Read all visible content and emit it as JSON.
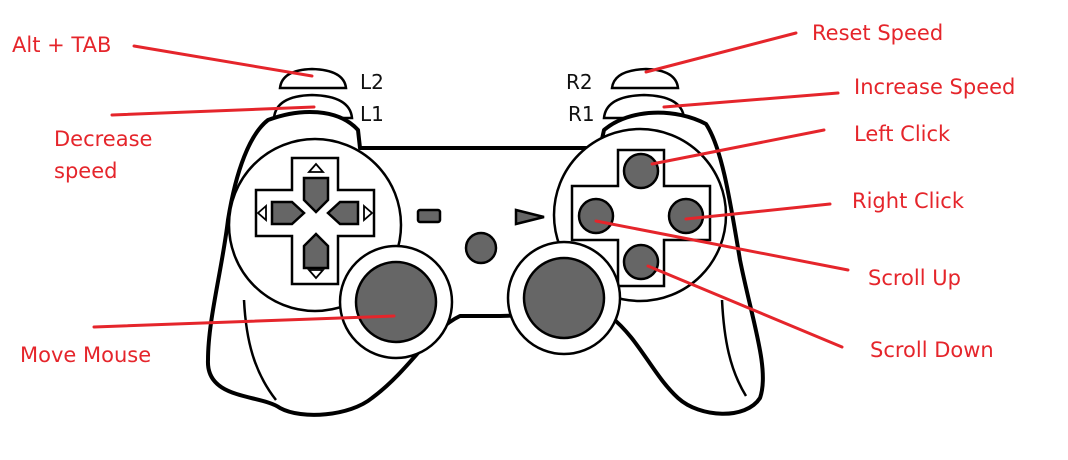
{
  "buttons": {
    "l2": "L2",
    "l1": "L1",
    "r2": "R2",
    "r1": "R1"
  },
  "annotations": {
    "alt_tab": "Alt + TAB",
    "decrease_speed_line1": "Decrease",
    "decrease_speed_line2": "speed",
    "move_mouse": "Move Mouse",
    "reset_speed": "Reset Speed",
    "increase_speed": "Increase Speed",
    "left_click": "Left Click",
    "right_click": "Right Click",
    "scroll_up": "Scroll Up",
    "scroll_down": "Scroll Down"
  },
  "colors": {
    "annotation": "#e5252b",
    "button_fill": "#666666",
    "outline": "#000000"
  }
}
